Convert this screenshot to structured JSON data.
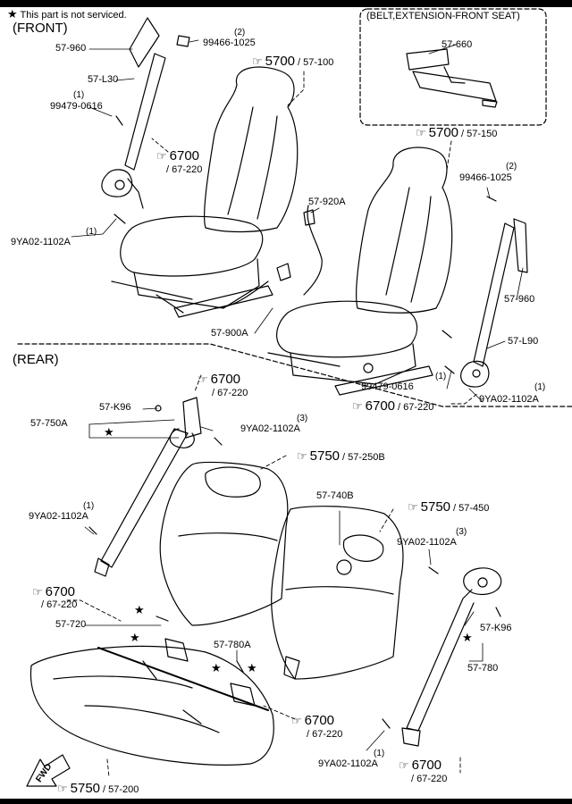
{
  "note": "This part is not serviced.",
  "note_star": "★",
  "sections": {
    "front": "(FRONT)",
    "rear": "(REAR)",
    "belt_extension": "(BELT,EXTENSION-FRONT SEAT)"
  },
  "hand_glyph": "☞",
  "fwd": "FWD",
  "labels": {
    "p57_960_a": "57-960",
    "p99466_a_qty": "(2)",
    "p99466_a": "99466-1025",
    "p57_l30": "57-L30",
    "p99479_a_qty": "(1)",
    "p99479_a": "99479-0616",
    "p9ya02_a_qty": "(1)",
    "p9ya02_a": "9YA02-1102A",
    "p57_660": "57-660",
    "p99466_b_qty": "(2)",
    "p99466_b": "99466-1025",
    "p57_920a": "57-920A",
    "p57_960_b": "57-960",
    "p57_l90": "57-L90",
    "p57_900a": "57-900A",
    "p99479_b_qty": "(1)",
    "p99479_b": "99479-0616",
    "p9ya02_b_qty": "(1)",
    "p9ya02_b": "9YA02-1102A",
    "p57_k96_a": "57-K96",
    "p57_750a": "57-750A",
    "p9ya02_c_qty": "(3)",
    "p9ya02_c": "9YA02-1102A",
    "p9ya02_d_qty": "(1)",
    "p9ya02_d": "9YA02-1102A",
    "p57_740b": "57-740B",
    "p9ya02_e_qty": "(3)",
    "p9ya02_e": "9YA02-1102A",
    "p57_720": "57-720",
    "p57_780a": "57-780A",
    "p57_k96_b": "57-K96",
    "p57_780": "57-780",
    "p9ya02_f_qty": "(1)",
    "p9ya02_f": "9YA02-1102A"
  },
  "refs": {
    "r5700_100": {
      "main": "5700",
      "sub": "/ 57-100"
    },
    "r6700_220_a": {
      "main": "6700",
      "sub": "/ 67-220"
    },
    "r5700_150": {
      "main": "5700",
      "sub": "/ 57-150"
    },
    "r6700_220_b": {
      "main": "6700",
      "sub": "/ 67-220"
    },
    "r6700_220_c": {
      "main": "6700",
      "sub": "/ 67-220"
    },
    "r5750_250b": {
      "main": "5750",
      "sub": "/ 57-250B"
    },
    "r5750_450": {
      "main": "5750",
      "sub": "/ 57-450"
    },
    "r6700_220_d": {
      "main": "6700",
      "sub": "/ 67-220"
    },
    "r6700_220_e": {
      "main": "6700",
      "sub": "/ 67-220"
    },
    "r6700_220_f": {
      "main": "6700",
      "sub": "/ 67-220"
    },
    "r5750_200": {
      "main": "5750",
      "sub": "/ 57-200"
    }
  }
}
